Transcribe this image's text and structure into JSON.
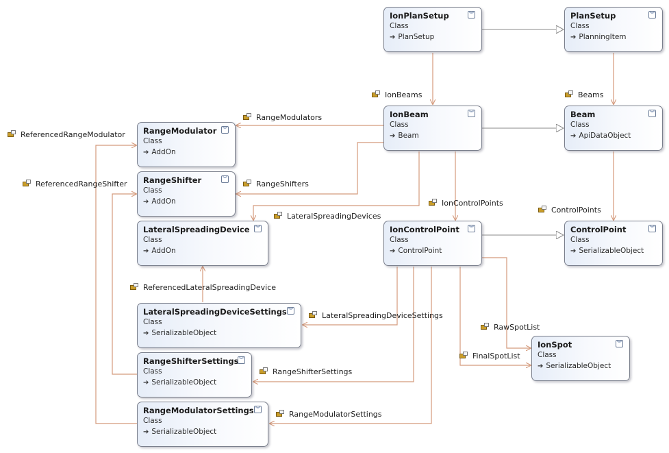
{
  "colors": {
    "association": "#d49a7c",
    "inheritance": "#8a8a8a"
  },
  "classes": {
    "ionplansetup": {
      "name": "IonPlanSetup",
      "kind": "Class",
      "base": "PlanSetup"
    },
    "plansetup": {
      "name": "PlanSetup",
      "kind": "Class",
      "base": "PlanningItem"
    },
    "ionbeam": {
      "name": "IonBeam",
      "kind": "Class",
      "base": "Beam"
    },
    "beam": {
      "name": "Beam",
      "kind": "Class",
      "base": "ApiDataObject"
    },
    "rangemodulator": {
      "name": "RangeModulator",
      "kind": "Class",
      "base": "AddOn"
    },
    "rangeshifter": {
      "name": "RangeShifter",
      "kind": "Class",
      "base": "AddOn"
    },
    "lateralspreadingdevice": {
      "name": "LateralSpreadingDevice",
      "kind": "Class",
      "base": "AddOn"
    },
    "ioncontrolpoint": {
      "name": "IonControlPoint",
      "kind": "Class",
      "base": "ControlPoint"
    },
    "controlpoint": {
      "name": "ControlPoint",
      "kind": "Class",
      "base": "SerializableObject"
    },
    "lateralspreadingdevicesettings": {
      "name": "LateralSpreadingDeviceSettings",
      "kind": "Class",
      "base": "SerializableObject"
    },
    "rangeshiftersettings": {
      "name": "RangeShifterSettings",
      "kind": "Class",
      "base": "SerializableObject"
    },
    "rangemodulatorsettings": {
      "name": "RangeModulatorSettings",
      "kind": "Class",
      "base": "SerializableObject"
    },
    "ionspot": {
      "name": "IonSpot",
      "kind": "Class",
      "base": "SerializableObject"
    }
  },
  "associations": {
    "ionbeams": "IonBeams",
    "beams": "Beams",
    "rangemodulators": "RangeModulators",
    "referencedrangemodulator": "ReferencedRangeModulator",
    "rangeshifters": "RangeShifters",
    "referencedrangeshifter": "ReferencedRangeShifter",
    "lateralspreadingdevices": "LateralSpreadingDevices",
    "ioncontrolpoints": "IonControlPoints",
    "controlpoints": "ControlPoints",
    "referencedlateralspreadingdevice": "ReferencedLateralSpreadingDevice",
    "lateralspreadingdevicesettings": "LateralSpreadingDeviceSettings",
    "rawspotlist": "RawSpotList",
    "finalspotlist": "FinalSpotList",
    "rangeshiftersettings": "RangeShifterSettings",
    "rangemodulatorsettings": "RangeModulatorSettings"
  }
}
